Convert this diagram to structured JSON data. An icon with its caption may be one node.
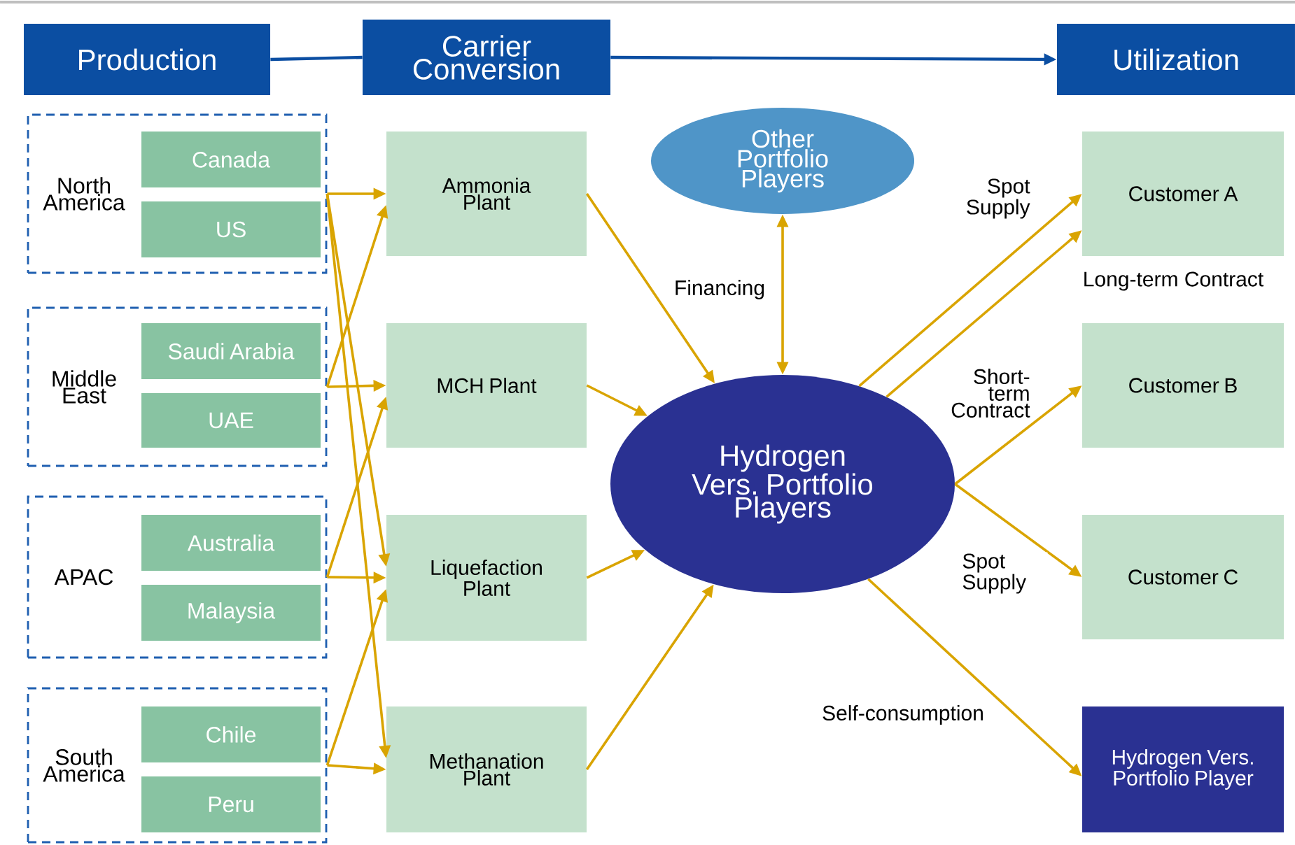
{
  "diagram": {
    "nodes": [
      {
        "text": [
          "Production"
        ]
      },
      {
        "text": [
          "Carrier Conversion"
        ]
      },
      {
        "text": [
          "Utilization"
        ]
      },
      {
        "text": [
          "North America"
        ]
      },
      {
        "text": [
          "Canada"
        ],
        "in": 3
      },
      {
        "text": [
          "US"
        ],
        "in": 3
      },
      {
        "text": [
          "Middle East"
        ]
      },
      {
        "text": [
          "Saudi Arabia"
        ],
        "in": 6
      },
      {
        "text": [
          "UAE"
        ],
        "in": 6
      },
      {
        "text": [
          "APAC"
        ]
      },
      {
        "text": [
          "Australia"
        ],
        "in": 9
      },
      {
        "text": [
          "Malaysia"
        ],
        "in": 9
      },
      {
        "text": [
          "South America"
        ]
      },
      {
        "text": [
          "Chile"
        ],
        "in": 12
      },
      {
        "text": [
          "Peru"
        ],
        "in": 12
      },
      {
        "text": [
          "Ammonia Plant"
        ]
      },
      {
        "text": [
          "MCH Plant"
        ]
      },
      {
        "text": [
          "Liquefaction Plant"
        ]
      },
      {
        "text": [
          "Methanation Plant"
        ]
      },
      {
        "text": [
          "Other Portfolio Players"
        ]
      },
      {
        "text": [
          "Hydrogen Vers. Portfolio Players"
        ]
      },
      {
        "text": [
          "Customer A"
        ]
      },
      {
        "text": [
          "Customer B"
        ]
      },
      {
        "text": [
          "Customer C"
        ]
      },
      {
        "text": [
          "Hydrogen Vers. Portfolio Player"
        ]
      }
    ],
    "edges": [
      {
        "from": 0,
        "to": 1,
        "arrow": "none",
        "color": "#0b4ea2"
      },
      {
        "from": 1,
        "to": 2,
        "arrow": "to",
        "color": "#0b4ea2"
      },
      {
        "from": 3,
        "to": 15,
        "arrow": "to"
      },
      {
        "from": 3,
        "to": 17,
        "arrow": "to"
      },
      {
        "from": 3,
        "to": 18,
        "arrow": "to"
      },
      {
        "from": 6,
        "to": 15,
        "arrow": "to"
      },
      {
        "from": 6,
        "to": 16,
        "arrow": "to"
      },
      {
        "from": 9,
        "to": 16,
        "arrow": "to"
      },
      {
        "from": 9,
        "to": 17,
        "arrow": "to"
      },
      {
        "from": 12,
        "to": 17,
        "arrow": "to"
      },
      {
        "from": 12,
        "to": 18,
        "arrow": "to"
      },
      {
        "from": 15,
        "to": 20,
        "arrow": "to"
      },
      {
        "from": 16,
        "to": 20,
        "arrow": "to"
      },
      {
        "from": 17,
        "to": 20,
        "arrow": "to"
      },
      {
        "from": 18,
        "to": 20,
        "arrow": "to"
      },
      {
        "from": 19,
        "to": 20,
        "arrow": "both",
        "label": "Financing"
      },
      {
        "from": 20,
        "to": 21,
        "arrow": "to",
        "label": "Spot Supply"
      },
      {
        "from": 20,
        "to": 21,
        "arrow": "to",
        "label": "Long-term Contract"
      },
      {
        "from": 20,
        "to": 22,
        "arrow": "to",
        "label": "Short-term Contract"
      },
      {
        "from": 20,
        "to": 23,
        "arrow": "to",
        "label": "Spot Supply"
      },
      {
        "from": 20,
        "to": 24,
        "arrow": "to",
        "label": "Self-consumption"
      }
    ]
  }
}
